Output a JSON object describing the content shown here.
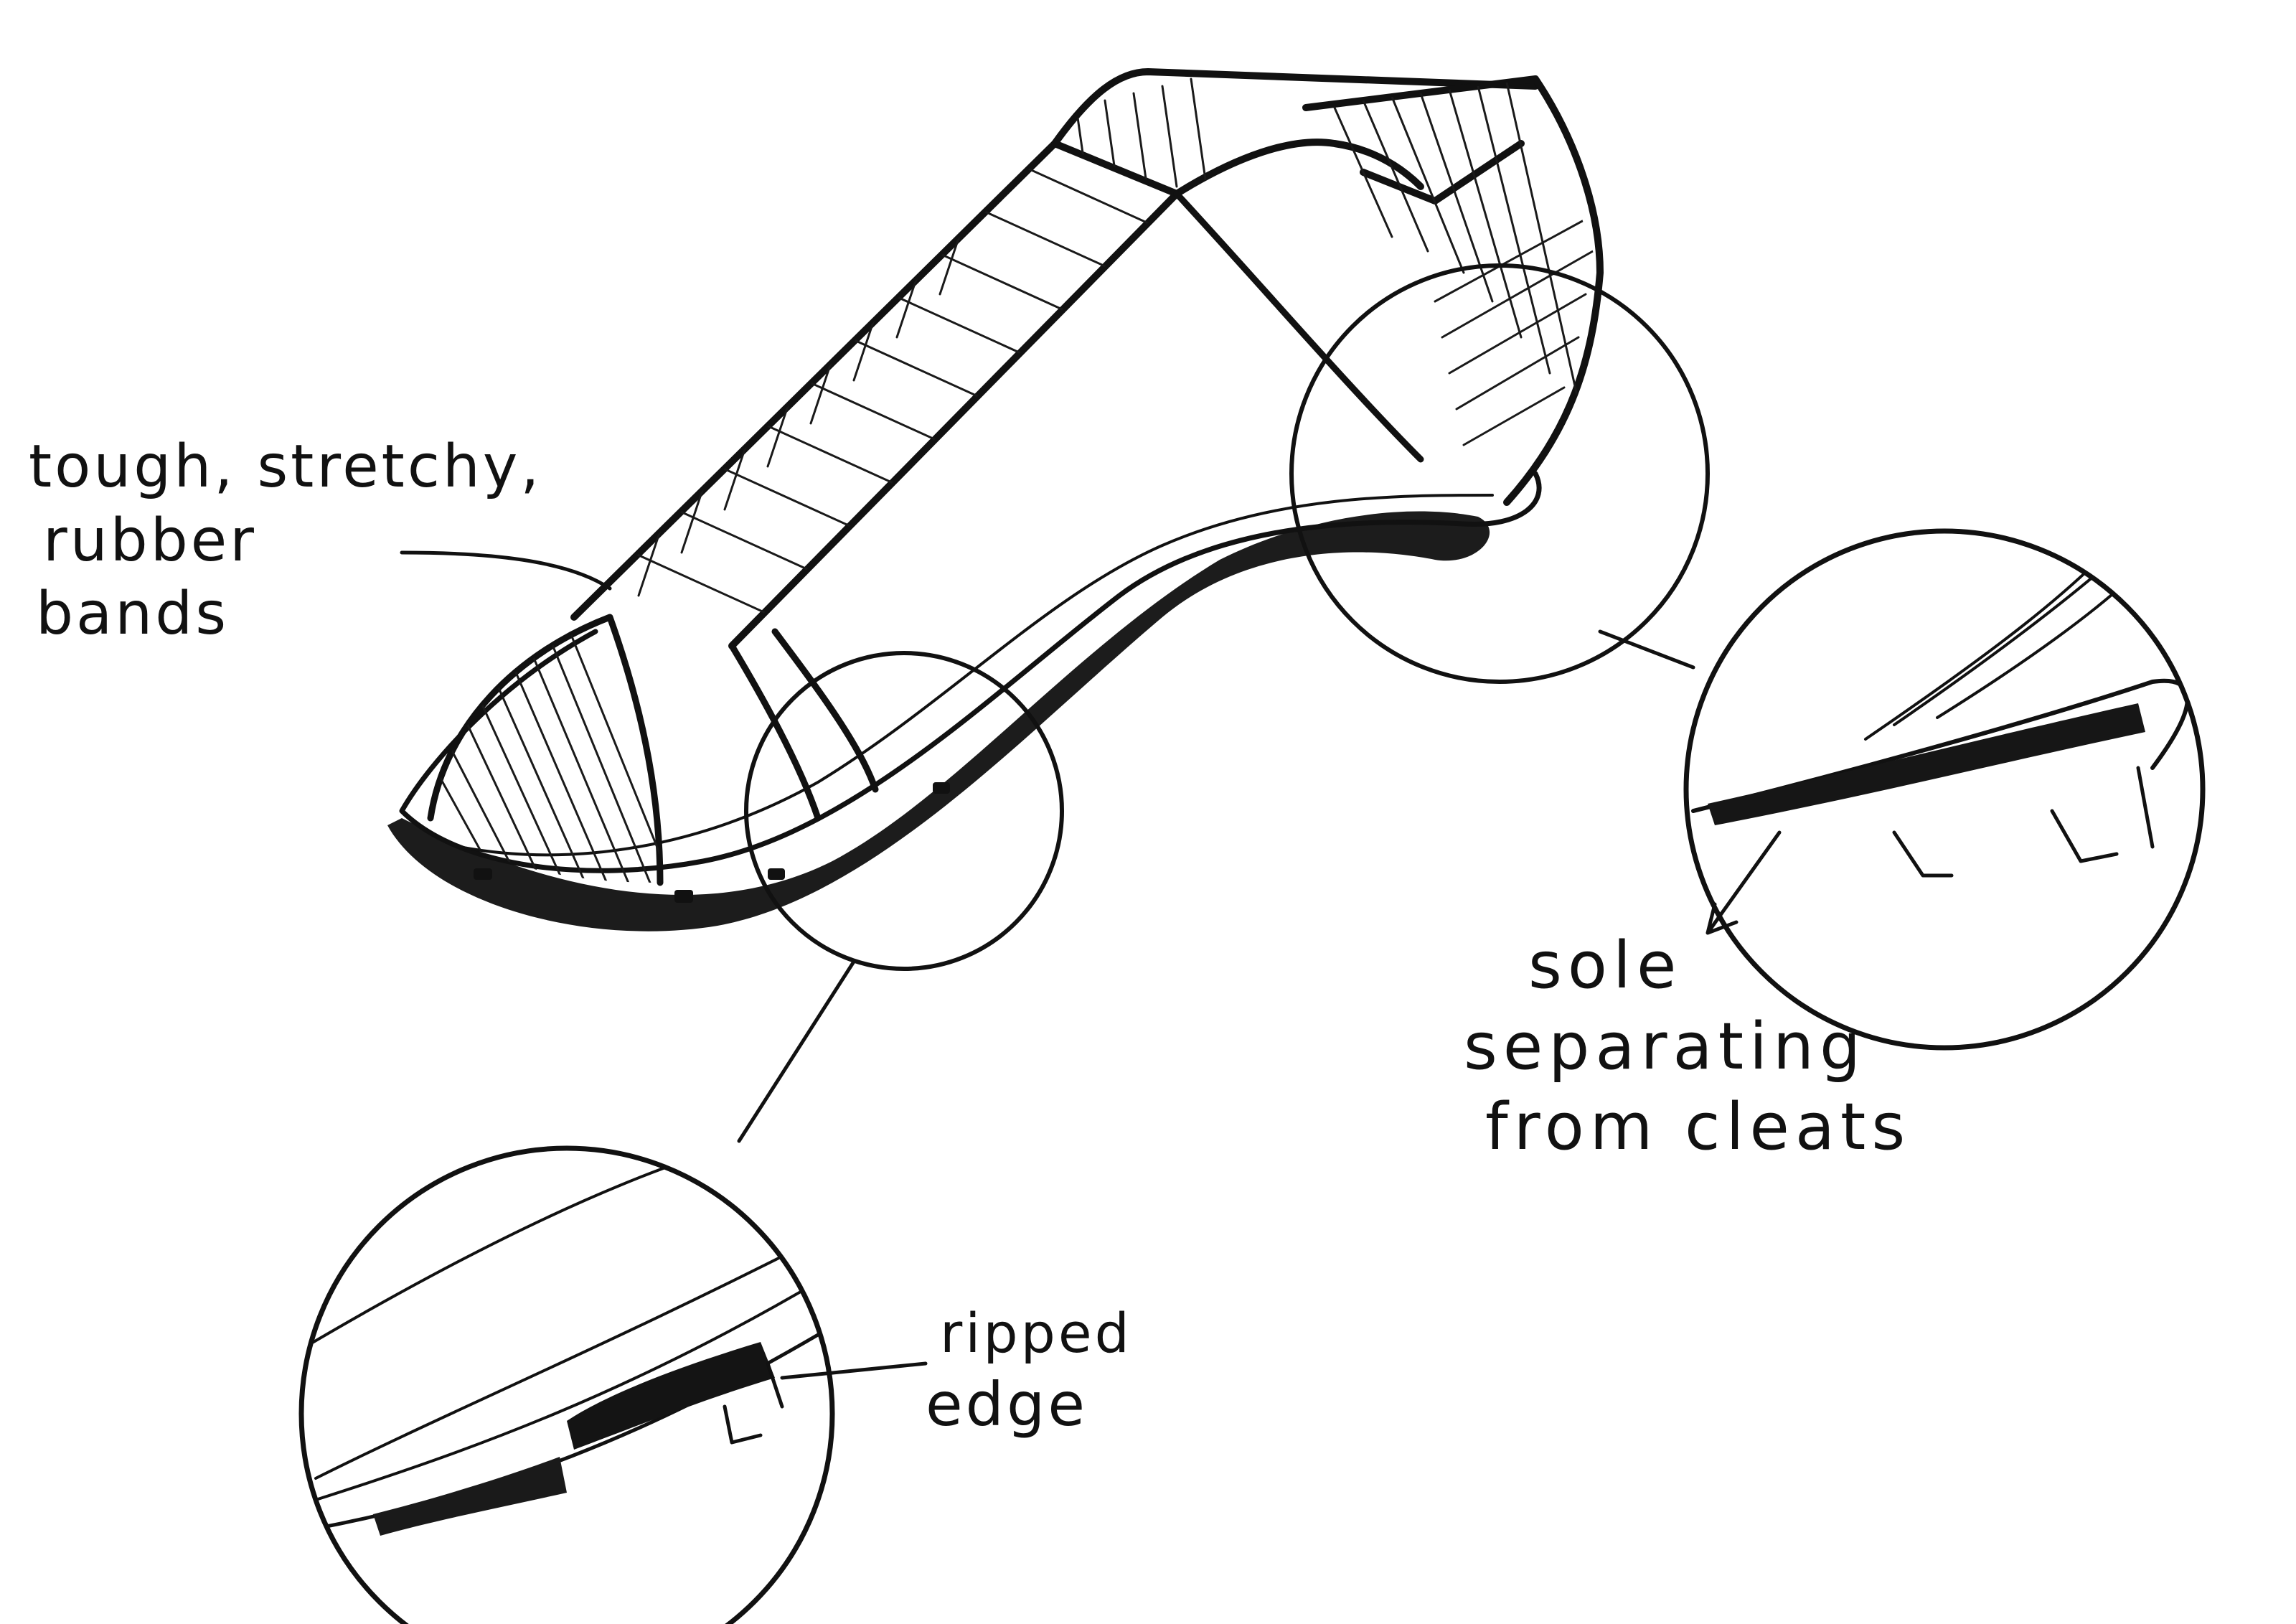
{
  "labels": {
    "bands": [
      "tough, stretchy,",
      "rubber",
      "bands"
    ],
    "sole": [
      "sole",
      "separating",
      "from cleats"
    ],
    "rip": [
      "ripped",
      "edge"
    ]
  },
  "colors": {
    "ink": "#111111",
    "background": "#ffffff"
  }
}
